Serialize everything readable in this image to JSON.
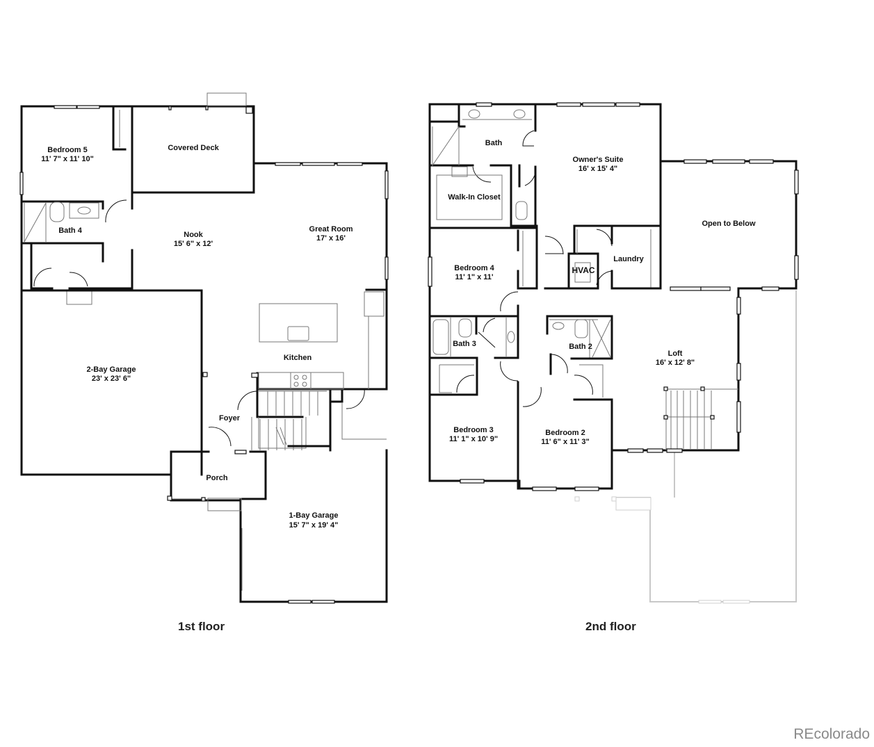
{
  "floors": [
    {
      "label": "1st floor",
      "rooms": [
        {
          "name": "Bedroom 5",
          "dims": "11' 7\" x 11' 10\""
        },
        {
          "name": "Covered Deck",
          "dims": ""
        },
        {
          "name": "Bath 4",
          "dims": ""
        },
        {
          "name": "Nook",
          "dims": "15' 6\" x 12'"
        },
        {
          "name": "Great Room",
          "dims": "17' x 16'"
        },
        {
          "name": "Kitchen",
          "dims": ""
        },
        {
          "name": "2-Bay Garage",
          "dims": "23' x 23' 6\""
        },
        {
          "name": "Foyer",
          "dims": ""
        },
        {
          "name": "Porch",
          "dims": ""
        },
        {
          "name": "1-Bay Garage",
          "dims": "15' 7\" x 19' 4\""
        }
      ]
    },
    {
      "label": "2nd floor",
      "rooms": [
        {
          "name": "Bath",
          "dims": ""
        },
        {
          "name": "Owner's Suite",
          "dims": "16' x 15' 4\""
        },
        {
          "name": "Walk-In Closet",
          "dims": ""
        },
        {
          "name": "Open to Below",
          "dims": ""
        },
        {
          "name": "Bedroom 4",
          "dims": "11' 1\" x 11'"
        },
        {
          "name": "HVAC",
          "dims": ""
        },
        {
          "name": "Laundry",
          "dims": ""
        },
        {
          "name": "Bath 3",
          "dims": ""
        },
        {
          "name": "Bath 2",
          "dims": ""
        },
        {
          "name": "Loft",
          "dims": "16' x 12' 8\""
        },
        {
          "name": "Bedroom 3",
          "dims": "11' 1\" x 10' 9\""
        },
        {
          "name": "Bedroom 2",
          "dims": "11' 6\" x 11' 3\""
        }
      ]
    }
  ],
  "watermark": "REcolorado",
  "colors": {
    "wall": "#111111",
    "fixture": "#777777",
    "ghost": "#c8c8c8",
    "watermark": "#8a8a8a"
  }
}
